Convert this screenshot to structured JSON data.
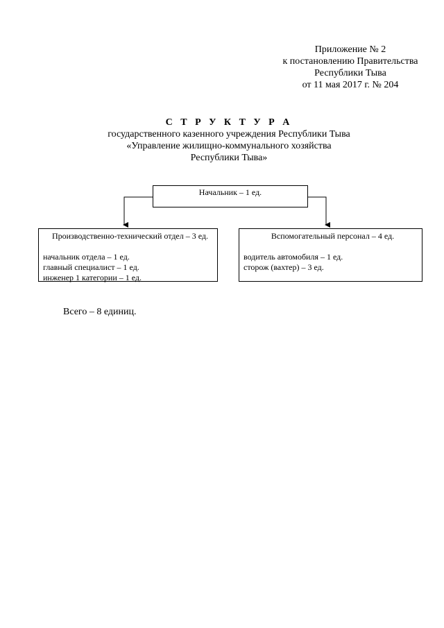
{
  "appendix": {
    "line1": "Приложение № 2",
    "line2": "к постановлению Правительства",
    "line3": "Республики Тыва",
    "line4": "от 11 мая 2017 г. № 204"
  },
  "title": {
    "heading": "С Т Р У К Т У Р А",
    "line1": "государственного казенного учреждения Республики Тыва",
    "line2": "«Управление жилищно-коммунального хозяйства",
    "line3": "Республики Тыва»"
  },
  "org_chart": {
    "head": {
      "label": "Начальник – 1 ед."
    },
    "left_dept": {
      "title": "Производственно-технический отдел – 3 ед.",
      "positions": [
        "начальник отдела – 1 ед.",
        "главный специалист – 1 ед.",
        "инженер 1 категории – 1 ед."
      ]
    },
    "right_dept": {
      "title": "Вспомогательный персонал – 4 ед.",
      "positions": [
        "водитель автомобиля – 1 ед.",
        "сторож (вахтер) – 3 ед."
      ]
    }
  },
  "total": "Всего – 8 единиц."
}
